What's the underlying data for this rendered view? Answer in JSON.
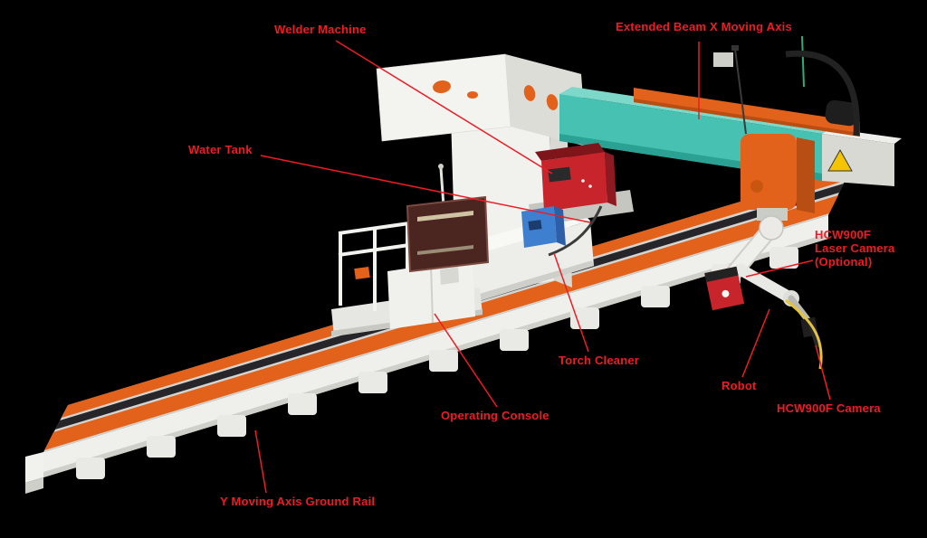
{
  "background": "#000000",
  "annotation": {
    "color": "#ee1c24",
    "labels": {
      "welder_machine": "Welder Machine",
      "extended_beam": "Extended Beam X Moving Axis",
      "water_tank": "Water Tank",
      "laser_camera": {
        "line1": "HCW900F",
        "line2": "Laser Camera",
        "line3": "(Optional)"
      },
      "torch_cleaner": "Torch Cleaner",
      "robot": "Robot",
      "operating_console": "Operating Console",
      "camera": "HCW900F Camera",
      "ground_rail": "Y Moving Axis Ground Rail"
    }
  },
  "machine": {
    "colors": {
      "rail_orange": "#e2611b",
      "rail_orange_dark": "#b84e13",
      "beam_teal": "#47c2b2",
      "beam_teal_light": "#7ed8ca",
      "beam_teal_dark": "#2aa192",
      "welder_red": "#c8242c",
      "feeder_blue": "#3f7fd0",
      "body_white": "#f1f1ee",
      "warning_yellow": "#f5c400",
      "screen_brown": "#4b2620"
    }
  }
}
